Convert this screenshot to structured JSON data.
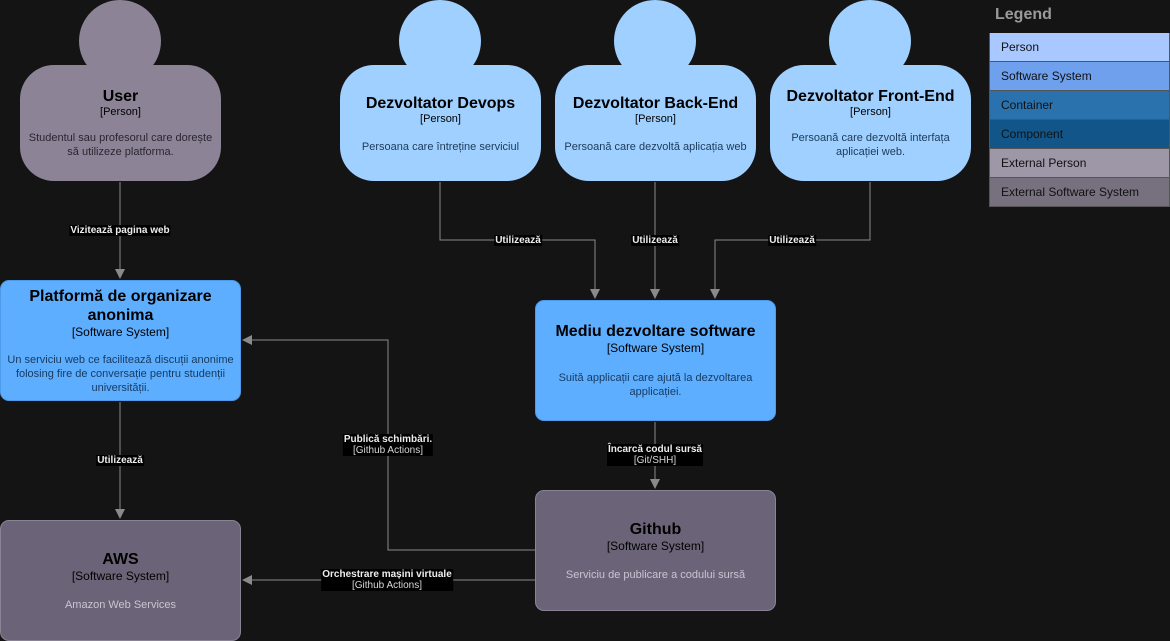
{
  "nodes": {
    "user": {
      "title": "User",
      "type": "[Person]",
      "desc": "Studentul sau profesorul care dorește să utilizeze platforma."
    },
    "devops": {
      "title": "Dezvoltator Devops",
      "type": "[Person]",
      "desc": "Persoana care întreține serviciul"
    },
    "backend": {
      "title": "Dezvoltator Back-End",
      "type": "[Person]",
      "desc": "Persoană care dezvoltă aplicația web"
    },
    "frontend": {
      "title": "Dezvoltator Front-End",
      "type": "[Person]",
      "desc": "Persoană care dezvoltă interfața aplicației web."
    },
    "platform": {
      "title": "Platformă de organizare anonima",
      "type": "[Software System]",
      "desc": "Un serviciu web ce facilitează discuții anonime folosing fire de conversație pentru studenții universității."
    },
    "devenv": {
      "title": "Mediu dezvoltare software",
      "type": "[Software System]",
      "desc": "Suită applicații care ajută la dezvoltarea applicației."
    },
    "aws": {
      "title": "AWS",
      "type": "[Software System]",
      "desc": "Amazon Web Services"
    },
    "github": {
      "title": "Github",
      "type": "[Software System]",
      "desc": "Serviciu de publicare a codului sursă"
    }
  },
  "edges": {
    "user_platform": {
      "label": "Vizitează pagina web",
      "tech": ""
    },
    "devops_devenv": {
      "label": "Utilizează",
      "tech": ""
    },
    "backend_devenv": {
      "label": "Utilizează",
      "tech": ""
    },
    "frontend_devenv": {
      "label": "Utilizează",
      "tech": ""
    },
    "platform_aws": {
      "label": "Utilizează",
      "tech": ""
    },
    "github_platform": {
      "label": "Publică schimbări.",
      "tech": "[Github Actions]"
    },
    "devenv_github": {
      "label": "Încarcă codul sursă",
      "tech": "[Git/SHH]"
    },
    "github_aws": {
      "label": "Orchestrare mașini virtuale",
      "tech": "[Github Actions]"
    }
  },
  "legend": {
    "title": "Legend",
    "items": [
      {
        "label": "Person",
        "color": "#a8c8ff"
      },
      {
        "label": "Software System",
        "color": "#6fa0ee"
      },
      {
        "label": "Container",
        "color": "#2a72ad"
      },
      {
        "label": "Component",
        "color": "#125589"
      },
      {
        "label": "External Person",
        "color": "#9e97a8"
      },
      {
        "label": "External Software System",
        "color": "#77707f"
      }
    ]
  },
  "colors": {
    "background": "#141414",
    "edge": "#8a8a8a",
    "person_internal": "#9fd0ff",
    "software_system": "#5daeff",
    "external_person": "#8c8496",
    "external_system": "#6b6478"
  }
}
